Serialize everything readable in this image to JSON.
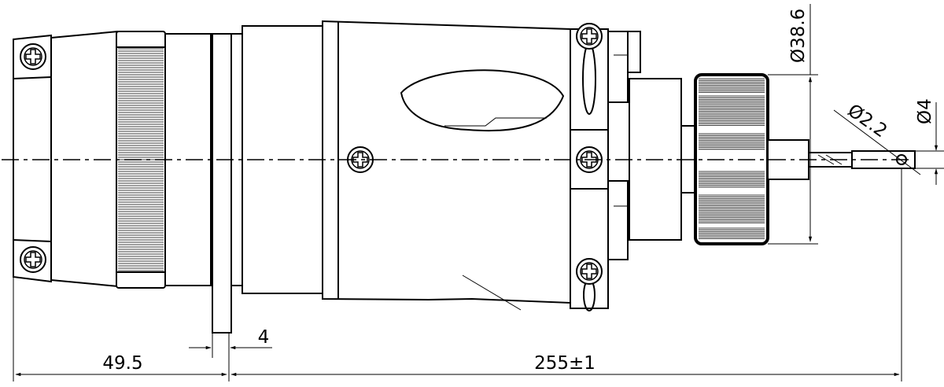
{
  "dimensions": {
    "flange_offset": "49.5",
    "overall_length": "255±1",
    "flange_thickness": "4",
    "nut_diameter": "Ø38.6",
    "wire_diameter": "Ø2.2",
    "pin_diameter": "Ø4"
  },
  "colors": {
    "line": "#000000",
    "background": "#ffffff"
  },
  "icons": [
    "phillips-screw-icon"
  ]
}
